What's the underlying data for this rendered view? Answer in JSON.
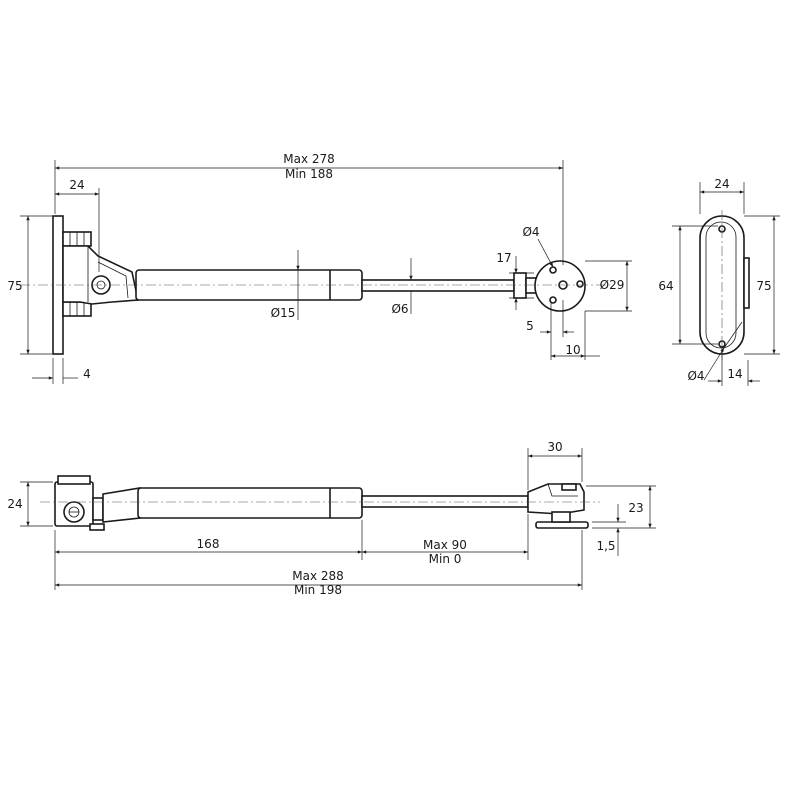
{
  "top_view": {
    "overall_length_max": "Max 278",
    "overall_length_min": "Min 188",
    "bracket_offset": "24",
    "height": "75",
    "plate_thickness": "4",
    "cylinder_diameter": "Ø15",
    "rod_diameter": "Ø6",
    "hole_diameter": "Ø4",
    "mount_diameter": "Ø29",
    "end_height": "17",
    "end_offset_a": "5",
    "end_offset_b": "10"
  },
  "end_view": {
    "width": "24",
    "height_inner": "64",
    "height_outer": "75",
    "hole_diameter": "Ø4",
    "hole_offset": "14"
  },
  "side_view": {
    "height": "24",
    "cylinder_length": "168",
    "stroke_max": "Max 90",
    "stroke_min": "Min 0",
    "overall_length_max": "Max 288",
    "overall_length_min": "Min 198",
    "head_width": "30",
    "head_height": "23",
    "plate_thickness": "1,5"
  }
}
